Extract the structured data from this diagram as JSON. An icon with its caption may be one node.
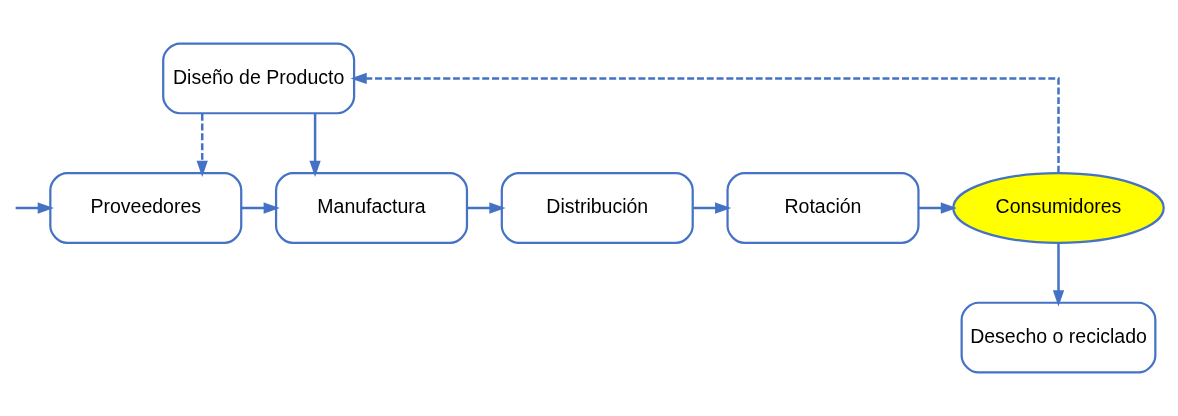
{
  "diagram": {
    "nodes": [
      {
        "text": [
          "Diseño de Producto"
        ]
      },
      {
        "text": [
          "Proveedores"
        ]
      },
      {
        "text": [
          "Manufactura"
        ]
      },
      {
        "text": [
          "Distribución"
        ]
      },
      {
        "text": [
          "Rotación"
        ]
      },
      {
        "text": [
          "Consumidores"
        ]
      },
      {
        "text": [
          "Desecho o reciclado"
        ]
      }
    ],
    "edges": [
      {
        "from": null,
        "to": 1,
        "arrow": "to"
      },
      {
        "from": 1,
        "to": 2,
        "arrow": "to"
      },
      {
        "from": 2,
        "to": 3,
        "arrow": "to"
      },
      {
        "from": 3,
        "to": 4,
        "arrow": "to"
      },
      {
        "from": 4,
        "to": 5,
        "arrow": "to"
      },
      {
        "from": 0,
        "to": 2,
        "arrow": "to"
      },
      {
        "from": 0,
        "to": 1,
        "arrow": "to",
        "style": "dashed"
      },
      {
        "from": 5,
        "to": 0,
        "arrow": "to",
        "style": "dashed"
      },
      {
        "from": 5,
        "to": 6,
        "arrow": "to"
      }
    ]
  }
}
